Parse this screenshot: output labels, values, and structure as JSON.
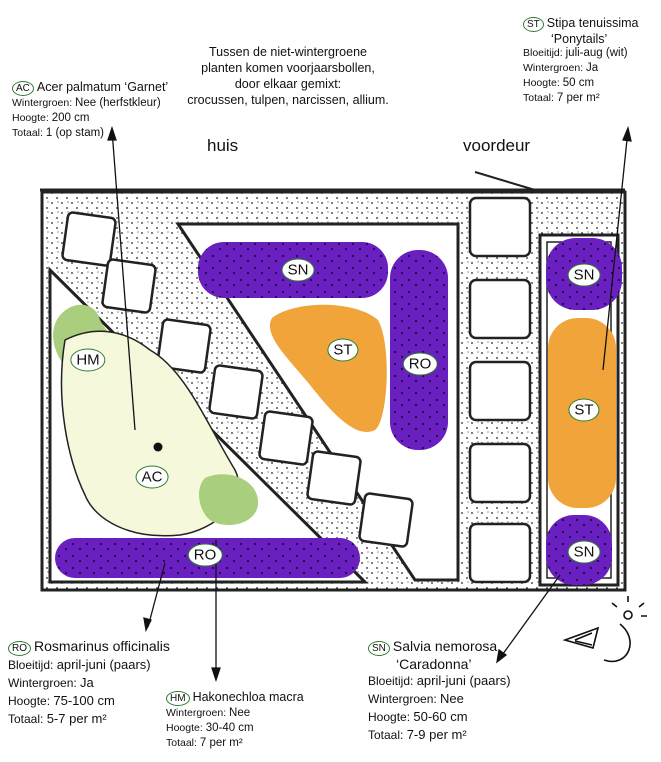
{
  "bulbs_note": [
    "Tussen de niet-wintergroene",
    "planten komen voorjaarsbollen,",
    "door elkaar gemixt:",
    "crocussen, tulpen, narcissen, allium."
  ],
  "labels": {
    "house": "huis",
    "front_door": "voordeur"
  },
  "plants": {
    "AC": {
      "code": "AC",
      "name": "Acer palmatum ‘Garnet’",
      "rows": [
        [
          "Wintergroen:",
          "Nee (herfstkleur)"
        ],
        [
          "Hoogte:",
          "200 cm"
        ],
        [
          "Totaal:",
          "1 (op stam)"
        ]
      ]
    },
    "ST": {
      "code": "ST",
      "name": "Stipa tenuissima",
      "name2": "‘Ponytails’",
      "rows": [
        [
          "Bloeitijd:",
          "juli-aug (wit)"
        ],
        [
          "Wintergroen:",
          "Ja"
        ],
        [
          "Hoogte:",
          "50 cm"
        ],
        [
          "Totaal:",
          "7 per m²"
        ]
      ]
    },
    "RO": {
      "code": "RO",
      "name": "Rosmarinus officinalis",
      "rows": [
        [
          "Bloeitijd:",
          "april-juni (paars)"
        ],
        [
          "Wintergroen:",
          "Ja"
        ],
        [
          "Hoogte:",
          "75-100 cm"
        ],
        [
          "Totaal:",
          "5-7 per m²"
        ]
      ]
    },
    "HM": {
      "code": "HM",
      "name": "Hakonechloa macra",
      "rows": [
        [
          "Wintergroen:",
          "Nee"
        ],
        [
          "Hoogte:",
          "30-40 cm"
        ],
        [
          "Totaal:",
          "7 per m²"
        ]
      ]
    },
    "SN": {
      "code": "SN",
      "name": "Salvia nemorosa",
      "name2": "‘Caradonna’",
      "rows": [
        [
          "Bloeitijd:",
          "april-juni (paars)"
        ],
        [
          "Wintergroen:",
          "Nee"
        ],
        [
          "Hoogte:",
          "50-60 cm"
        ],
        [
          "Totaal:",
          "7-9 per m²"
        ]
      ]
    }
  },
  "colors": {
    "purple": "#6a1fc0",
    "orange": "#f0a43a",
    "green": "#a9cf7e",
    "pale": "#f6f8dc",
    "code_ring": "#2e7d32"
  }
}
